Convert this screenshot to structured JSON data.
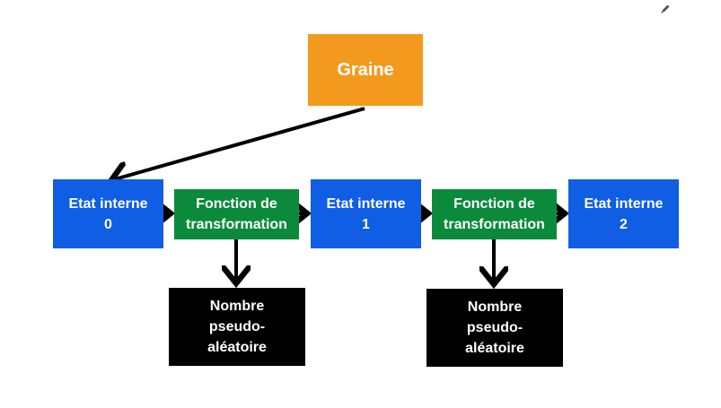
{
  "colors": {
    "seed": "#f39a1e",
    "state": "#0f5ee4",
    "function": "#0b8a3c",
    "output": "#000000",
    "arrow": "#000000"
  },
  "seed": {
    "label": "Graine"
  },
  "states": [
    {
      "label": "Etat interne\n0"
    },
    {
      "label": "Etat interne\n1"
    },
    {
      "label": "Etat interne\n2"
    }
  ],
  "functions": [
    {
      "label": "Fonction de\ntransformation"
    },
    {
      "label": "Fonction de\ntransformation"
    }
  ],
  "outputs": [
    {
      "label": "Nombre\npseudo-\naléatoire"
    },
    {
      "label": "Nombre\npseudo-\naléatoire"
    }
  ],
  "corner_icon": "pencil-icon"
}
